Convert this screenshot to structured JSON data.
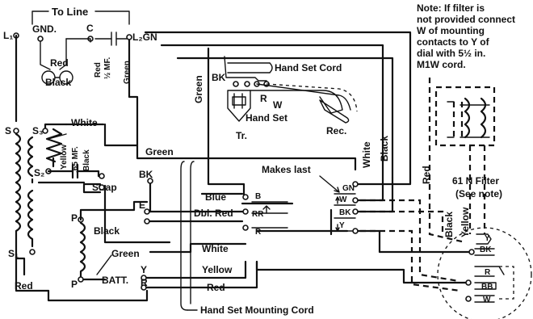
{
  "labels": {
    "to_line": "To Line",
    "l1": "L₁",
    "gnd": "GND.",
    "c": "C",
    "l2gn": "L₂GN",
    "red_left": "Red",
    "black_left": "Black",
    "red_cap": "Red",
    "mf_half": "½ MF.",
    "green_cap": "Green",
    "s": "S",
    "s3": "S₃",
    "white_top": "White",
    "yellow_v": "Yellow",
    "mf65": ".65 MF.",
    "black_v": "Black",
    "s2": "S₂",
    "strap": "Strap",
    "e": "E",
    "p_top": "P",
    "black_mid": "Black",
    "green_mid": "Green",
    "s1": "S₁",
    "p_bot": "P",
    "batt": "BATT.",
    "y_term": "Y",
    "r_term": "R",
    "red_bottom": "Red",
    "green_horiz": "Green",
    "bk_left": "BK",
    "green_vert": "Green",
    "bk_handset": "BK",
    "r_handset": "R",
    "w_handset": "W",
    "hand_set_cord": "Hand Set Cord",
    "tr": "Tr.",
    "hand_set": "Hand Set",
    "rec": "Rec.",
    "white_vert": "White",
    "black_vert": "Black",
    "makes_last": "Makes last",
    "blue": "Blue",
    "b_term": "B",
    "dbl_red": "Dbl. Red",
    "rr_term": "RR",
    "r_sw": "R",
    "white_h": "White",
    "yellow_h": "Yellow",
    "red_h": "Red",
    "gn_sw": "GN",
    "w_sw": "W",
    "bk_sw": "BK",
    "y_sw": "Y",
    "mounting_cord": "Hand Set Mounting Cord",
    "note": [
      "Note: If filter is",
      "not provided connect",
      "W of mounting",
      "contacts to Y of",
      "dial with 5½ in.",
      "M1W cord."
    ],
    "filter": "61 N Filter",
    "see_note": "(See note)",
    "red_f": "Red",
    "black_f": "Black",
    "yellow_f": "Yellow",
    "dial_y": "Y",
    "dial_bk": "BK",
    "dial_r": "R",
    "dial_bb": "BB",
    "dial_w": "W"
  }
}
